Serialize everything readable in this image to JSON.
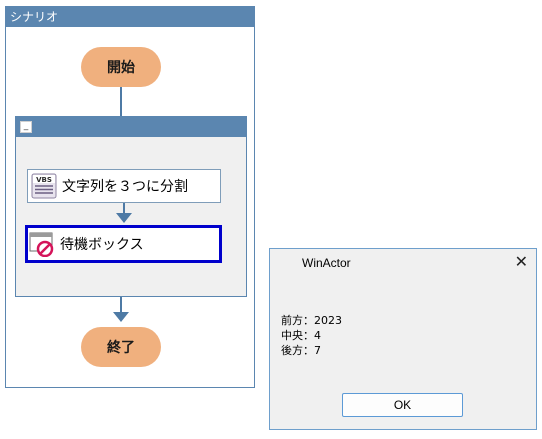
{
  "scenario": {
    "title": "シナリオ",
    "start_label": "開始",
    "end_label": "終了",
    "group": {
      "collapse_symbol": "_"
    },
    "nodes": [
      {
        "label": "文字列を３つに分割",
        "icon_text": "VBS"
      },
      {
        "label": "待機ボックス"
      }
    ]
  },
  "dialog": {
    "title": "WinActor",
    "close_symbol": "✕",
    "lines": [
      "前方：2023",
      "中央：4",
      "後方：7"
    ],
    "ok_label": "OK"
  },
  "colors": {
    "header_blue": "#5b86b0",
    "terminal_orange": "#f0b07e",
    "selection_blue": "#0000cc"
  }
}
